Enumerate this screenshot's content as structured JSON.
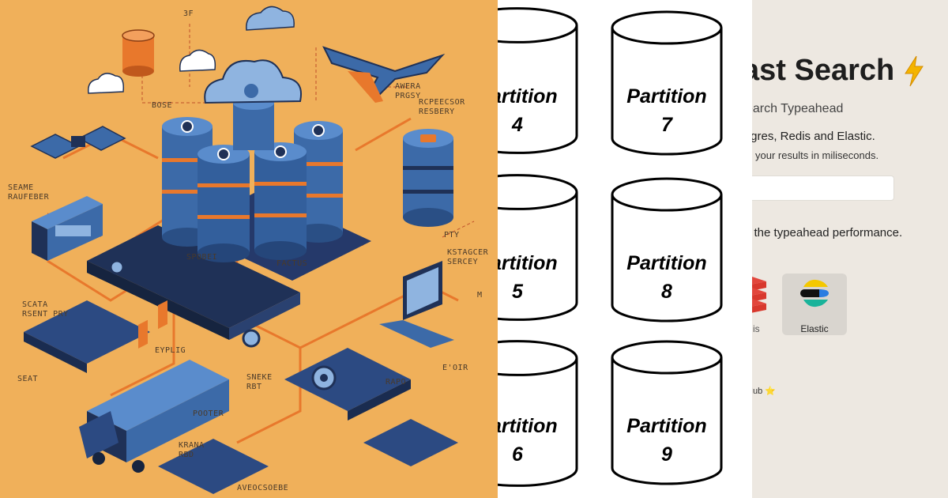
{
  "illustration": {
    "labels": [
      "3F",
      "SEAME\nRAUFEBER",
      "AWERA\nPRGSY",
      "RCPEECSOR\nRESBERY",
      "KSTAGCER\nSERCEY",
      "SCATA\nRSENT PRY",
      "SPOBEI",
      "FACTUS",
      "EYPLIG",
      "SNEKE\nRBT",
      "POOTER",
      "RAPO",
      "E'OIR",
      "KRANA\nRBD",
      "AVEOCSOEBE",
      "SEAT",
      "BOSE",
      "PTY",
      "M"
    ],
    "colors": {
      "background": "#f0b05a",
      "blue": "#3c6aa8",
      "navy": "#1f3157",
      "orange": "#e8782c",
      "light_blue": "#8fb4e0"
    }
  },
  "partitions": {
    "items": [
      {
        "label": "Partition",
        "number": "4"
      },
      {
        "label": "Partition",
        "number": "5"
      },
      {
        "label": "Partition",
        "number": "6"
      },
      {
        "label": "Partition",
        "number": "7"
      },
      {
        "label": "Partition",
        "number": "8"
      },
      {
        "label": "Partition",
        "number": "9"
      }
    ]
  },
  "app": {
    "title": "ast Search",
    "subtitle": "earch Typeahead",
    "description_line1": "tgres, Redis and Elastic.",
    "description_line2": "your results in miliseconds.",
    "search_placeholder": "",
    "performance_text": "e the typeahead performance.",
    "tiles": [
      {
        "label": "is",
        "icon": "redis-icon"
      },
      {
        "label": "Elastic",
        "icon": "elastic-icon"
      }
    ],
    "github_text": "tHub ⭐",
    "colors": {
      "background": "#ede8e1",
      "bolt": "#f4b400",
      "redis": "#d8382d"
    }
  }
}
